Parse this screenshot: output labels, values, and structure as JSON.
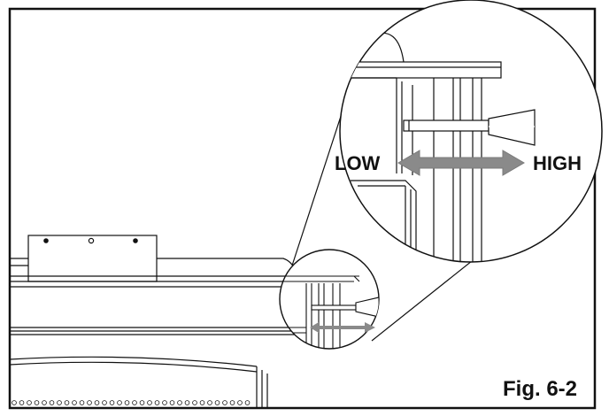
{
  "labels": {
    "low": "LOW",
    "high": "HIGH",
    "figure": "Fig. 6-2"
  },
  "colors": {
    "line": "#111111",
    "arrow": "#8a8a8a",
    "background": "#ffffff"
  },
  "icons": {
    "adjust_arrow": "double-headed-arrow",
    "callout": "magnifier-circle"
  }
}
